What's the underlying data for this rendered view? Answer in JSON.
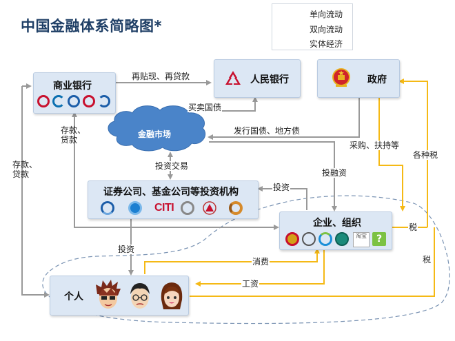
{
  "title": "中国金融体系简略图*",
  "legend": {
    "one_way": "单向流动",
    "two_way": "双向流动",
    "real_economy": "实体经济"
  },
  "nodes": {
    "commercial_bank": "商业银行",
    "central_bank": "人民银行",
    "government": "政府",
    "financial_market": "金融市场",
    "investment_institutions": "证券公司、基金公司等投资机构",
    "enterprises": "企业、组织",
    "individuals": "个人"
  },
  "edges": {
    "rediscount": "再贴现、再贷款",
    "buy_sell_bonds": "买卖国债",
    "issue_bonds": "发行国债、地方债",
    "deposit_loan_1": "存款、\n贷款",
    "deposit_loan_2": "存款、\n贷款",
    "investment_trade": "投资交易",
    "investment_1": "投资",
    "investment_2": "投资",
    "financing": "投融资",
    "procurement_support": "采购、扶持等",
    "various_taxes": "各种税",
    "tax_1": "税",
    "tax_2": "税",
    "consumption": "消费",
    "wages": "工资"
  },
  "bank_logos": [
    "bank-icbc-icon",
    "bank-boc-icon",
    "bank-ccb-icon",
    "bank-abc-icon",
    "bank-bocom-icon"
  ],
  "institution_logos": [
    "citic-securities-icon",
    "huaxia-fund-icon",
    "citi-icon",
    "guotai-junan-icon",
    "haitong-icon"
  ],
  "enterprise_logos": [
    "petrochina-icon",
    "sinopec-icon",
    "china-mobile-icon",
    "state-grid-icon",
    "taobao-icon",
    "help-icon"
  ],
  "logo_text": {
    "citi": "CITI",
    "taobao": "淘宝",
    "help": "?"
  },
  "colors": {
    "one_way": "#f5b915",
    "two_way": "#999999",
    "box_fill": "#dce7f4",
    "box_border": "#b9cbe1",
    "title": "#1f3f66",
    "cloud": "#4a84c9",
    "central_bank_red": "#c8102e"
  }
}
